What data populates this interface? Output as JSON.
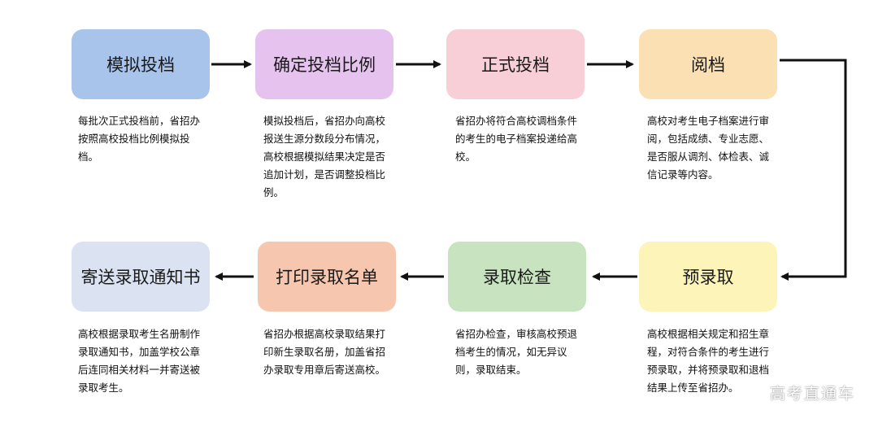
{
  "steps": [
    {
      "title": "模拟投档",
      "color": "#a8c4ea",
      "desc": "每批次正式投档前，省招办按照高校投档比例模拟投档。"
    },
    {
      "title": "确定投档比例",
      "color": "#e6c3ee",
      "desc": "模拟投档后，省招办向高校报送生源分数段分布情况，高校根据模拟结果决定是否追加计划，是否调整投档比例。"
    },
    {
      "title": "正式投档",
      "color": "#f8cfd6",
      "desc": "省招办将符合高校调档条件的考生的电子档案投递给高校。"
    },
    {
      "title": "阅档",
      "color": "#fbe0b3",
      "desc": "高校对考生电子档案进行审阅，包括成绩、专业志愿、是否服从调剂、体检表、诚信记录等内容。"
    },
    {
      "title": "预录取",
      "color": "#fcf4b8",
      "desc": "高校根据相关规定和招生章程，对符合条件的考生进行预录取，并将预录取和退档结果上传至省招办。"
    },
    {
      "title": "录取检查",
      "color": "#c8e3bf",
      "desc": "省招办检查，审核高校预退档考生的情况，如无异议则，录取结束。"
    },
    {
      "title": "打印录取名单",
      "color": "#f6c7ae",
      "desc": "省招办根据高校录取结果打印新生录取名册，加盖省招办录取专用章后寄送高校。"
    },
    {
      "title": "寄送录取通知书",
      "color": "#dbe3f3",
      "desc": "高校根据录取考生名册制作录取通知书，加盖学校公章后连同相关材料一并寄送被录取考生。"
    }
  ],
  "watermark": "高考直通车"
}
